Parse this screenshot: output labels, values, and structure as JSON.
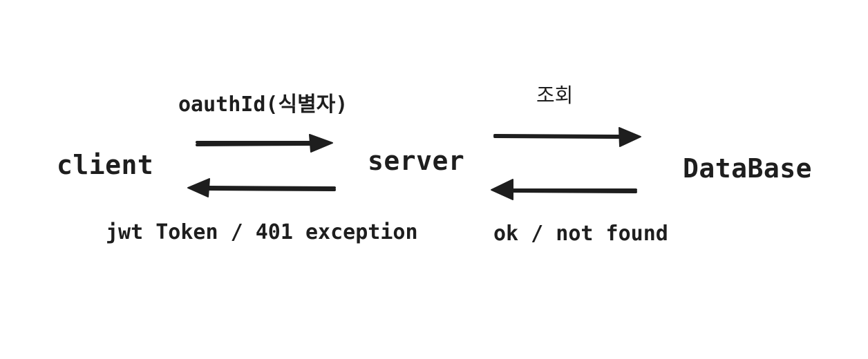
{
  "nodes": {
    "client": "client",
    "server": "server",
    "database": "DataBase"
  },
  "edges": {
    "client_to_server": "oauthId(식별자)",
    "server_to_client": "jwt Token / 401 exception",
    "server_to_database": "조회",
    "database_to_server": "ok / not found"
  },
  "colors": {
    "ink": "#1e1e1e",
    "background": "#ffffff"
  }
}
